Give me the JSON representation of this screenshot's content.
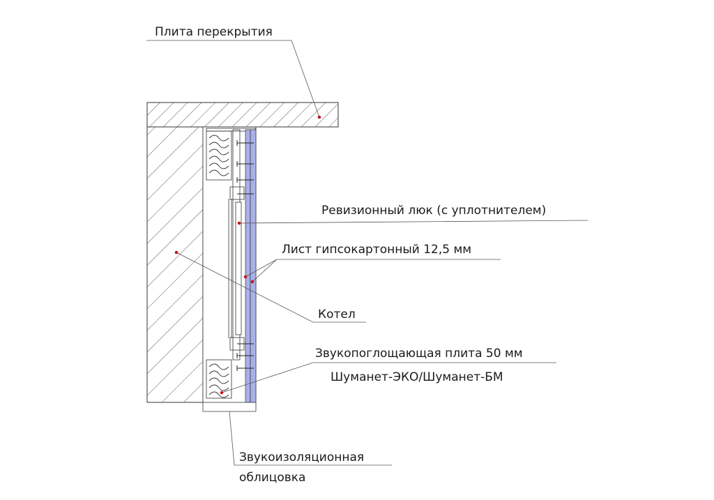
{
  "labels": {
    "slab": "Плита перекрытия",
    "hatch": "Ревизионный люк (с уплотнителем)",
    "gypsum": "Лист гипсокартонный 12,5 мм",
    "boiler": "Котел",
    "absorber_line1": "Звукопоглощающая плита 50 мм",
    "absorber_line2": "Шуманет-ЭКО/Шуманет-БМ",
    "lining_line1": "Звукоизоляционная",
    "lining_line2": "облицовка"
  },
  "colors": {
    "gypsum_fill": "#aab0e8",
    "marker": "#c4161c",
    "hatch_line": "#333333"
  }
}
